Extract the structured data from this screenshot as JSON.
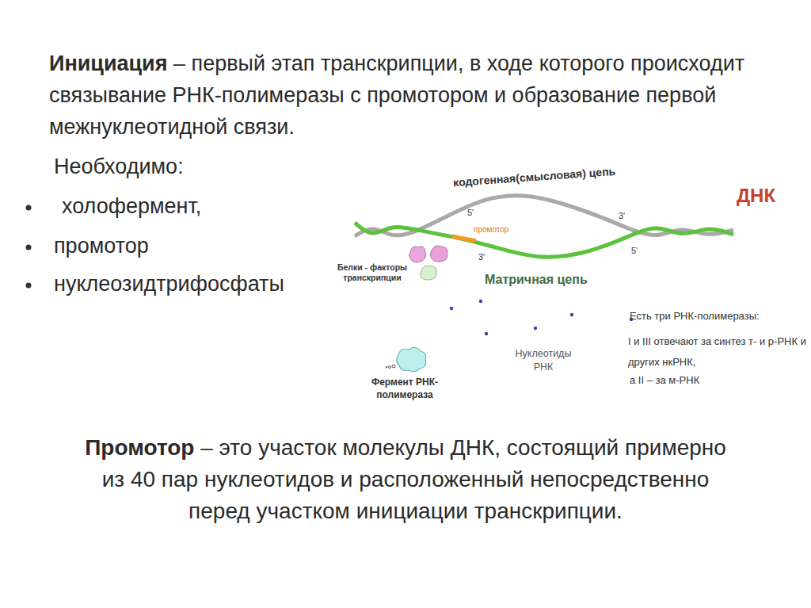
{
  "diagram": {
    "labels": [
      "Инициация",
      "– первый этап транскрипции, в ходе которого происходит связывание РНК-полимеразы с промотором и образование первой межнуклеотидной связи.",
      "Необходимо:",
      "холофермент,",
      "промотор",
      "нуклеозидтрифосфаты",
      "кодогенная(смысловая) цепь",
      "5'",
      "3'",
      "ДНК",
      "промотор",
      "3'",
      "5'",
      "Белки - факторы транскрипции",
      "Матричная цепь",
      "Есть три РНК-полимеразы:",
      "I и III отвечают за синтез т- и р-РНК и других нкРНК,",
      "а II – за м-РНК",
      "Нуклеотиды РНК",
      "Фермент РНК-полимераза",
      "Промотор",
      "– это участок молекулы ДНК, состоящий примерно из 40 пар нуклеотидов и расположенный непосредственно перед участком инициации транскрипции."
    ]
  }
}
